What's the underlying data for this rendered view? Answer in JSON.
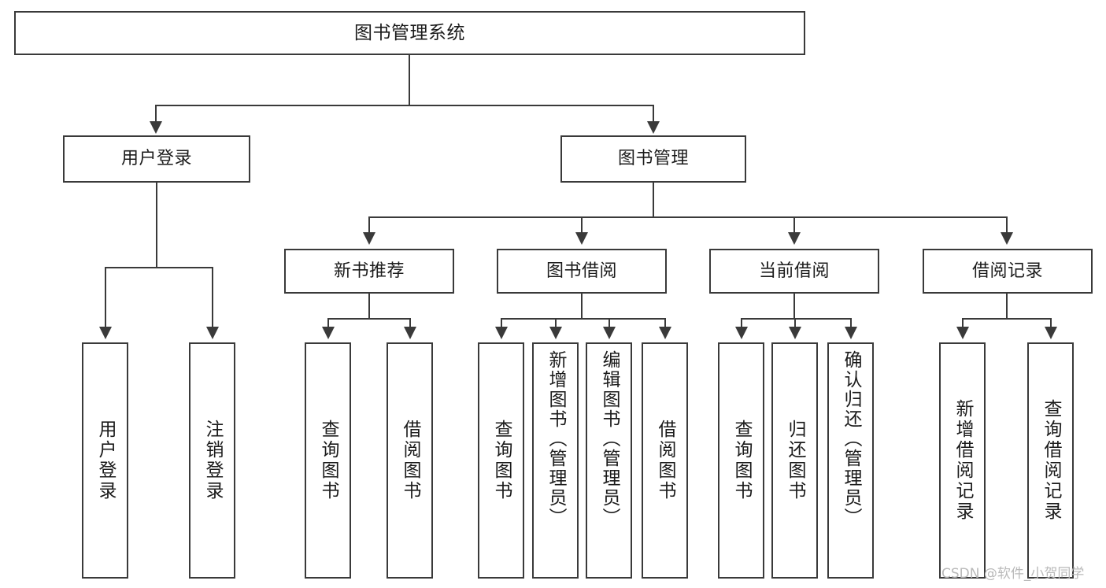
{
  "diagram": {
    "type": "tree-hierarchy",
    "title": "图书管理系统",
    "watermark": "CSDN @软件_小贺同学",
    "levels": [
      {
        "level": 1,
        "nodes": [
          {
            "id": "root",
            "label": "图书管理系统"
          }
        ]
      },
      {
        "level": 2,
        "nodes": [
          {
            "id": "user-login",
            "label": "用户登录"
          },
          {
            "id": "book-manage",
            "label": "图书管理"
          }
        ]
      },
      {
        "level": 3,
        "nodes": [
          {
            "id": "new-book-rec",
            "label": "新书推荐"
          },
          {
            "id": "book-borrow",
            "label": "图书借阅"
          },
          {
            "id": "current-borrow",
            "label": "当前借阅"
          },
          {
            "id": "borrow-record",
            "label": "借阅记录"
          }
        ]
      },
      {
        "level": 4,
        "nodes": [
          {
            "id": "leaf-user-login",
            "label": "用户登录",
            "parent": "user-login"
          },
          {
            "id": "leaf-logout",
            "label": "注销登录",
            "parent": "user-login"
          },
          {
            "id": "leaf-query-book-1",
            "label": "查询图书",
            "parent": "new-book-rec"
          },
          {
            "id": "leaf-borrow-book-1",
            "label": "借阅图书",
            "parent": "new-book-rec"
          },
          {
            "id": "leaf-query-book-2",
            "label": "查询图书",
            "parent": "book-borrow"
          },
          {
            "id": "leaf-add-book",
            "label": "新增图书（管理员）",
            "parent": "book-borrow"
          },
          {
            "id": "leaf-edit-book",
            "label": "编辑图书（管理员）",
            "parent": "book-borrow"
          },
          {
            "id": "leaf-borrow-book-2",
            "label": "借阅图书",
            "parent": "book-borrow"
          },
          {
            "id": "leaf-query-book-3",
            "label": "查询图书",
            "parent": "current-borrow"
          },
          {
            "id": "leaf-return-book",
            "label": "归还图书",
            "parent": "current-borrow"
          },
          {
            "id": "leaf-confirm-return",
            "label": "确认归还（管理员）",
            "parent": "current-borrow"
          },
          {
            "id": "leaf-add-record",
            "label": "新增借阅记录",
            "parent": "borrow-record"
          },
          {
            "id": "leaf-query-record",
            "label": "查询借阅记录",
            "parent": "borrow-record"
          }
        ]
      }
    ],
    "colors": {
      "stroke": "#3a3a3a",
      "fill": "#ffffff",
      "text": "#1b1b1b",
      "watermark": "#b9b9b9"
    }
  }
}
